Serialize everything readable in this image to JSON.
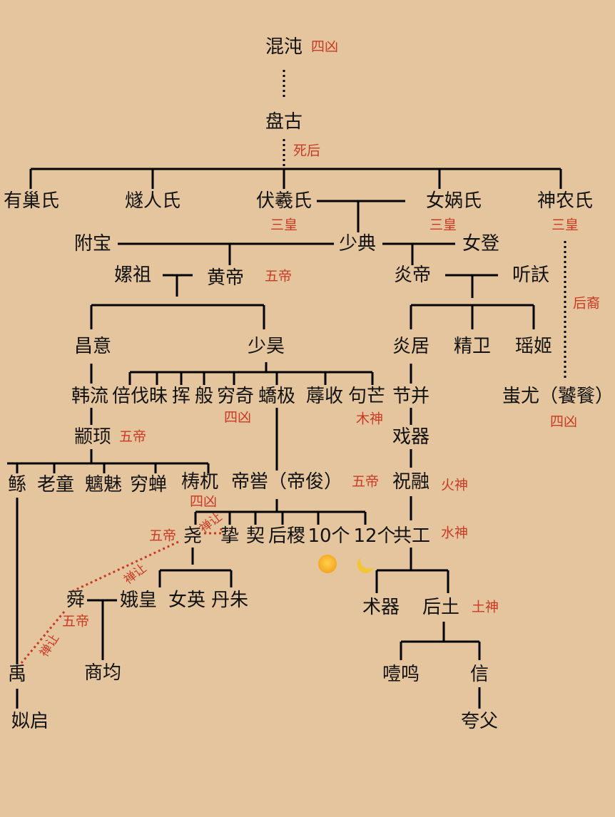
{
  "nodes": {
    "hundun": "混沌",
    "pangu": "盘古",
    "youchao": "有巢氏",
    "suiren": "燧人氏",
    "fuxi": "伏羲氏",
    "nuwa": "女娲氏",
    "shennong": "神农氏",
    "fubao": "附宝",
    "shaodian": "少典",
    "nudeng": "女登",
    "leizu": "嫘祖",
    "huangdi": "黄帝",
    "yandi": "炎帝",
    "tingyao": "听訞",
    "changyi": "昌意",
    "shaohao": "少昊",
    "yanju": "炎居",
    "jingwei": "精卫",
    "yaoji": "瑶姬",
    "hanliu": "韩流",
    "bei": "倍伐",
    "mei": "昧",
    "hui": "挥",
    "ban": "般",
    "qiongqi": "穷奇",
    "jiaoji": "蟜极",
    "rushou": "蓐收",
    "goumang": "句芒",
    "jiebing": "节并",
    "chiyou": "蚩尤（饕餮）",
    "zhuanxu": "颛顼",
    "xiqi": "戏器",
    "gun": "鲧",
    "laotong": "老童",
    "chimei": "魑魅",
    "qiongchan": "穷蝉",
    "taowu": "梼杌",
    "diku": "帝喾（帝俊）",
    "zhurong": "祝融",
    "yao": "尧",
    "zhi": "挚",
    "qi": "契",
    "houji": "后稷",
    "ten": "10个",
    "twelve": "12个",
    "gonggong": "共工",
    "shun": "舜",
    "ehuang": "娥皇",
    "nuying": "女英",
    "danzhu": "丹朱",
    "shuqi": "术器",
    "houtu": "后土",
    "yu": "禹",
    "shangjun": "商均",
    "yeming": "噎鸣",
    "xin": "信",
    "siqi": "姒启",
    "kuafu": "夸父"
  },
  "tags": {
    "sixiong": "四凶",
    "sihou": "死后",
    "sanhuang": "三皇",
    "wudi": "五帝",
    "houyi": "后裔",
    "mushen": "木神",
    "huoshen": "火神",
    "shuishen": "水神",
    "tushen": "土神",
    "shanrang": "禅让"
  },
  "icons": {
    "sun": "sun-icon",
    "moon": "moon-icon"
  },
  "colors": {
    "background": "#e4c59d",
    "text": "#111111",
    "tag": "#c83a26",
    "line": "#000000"
  }
}
